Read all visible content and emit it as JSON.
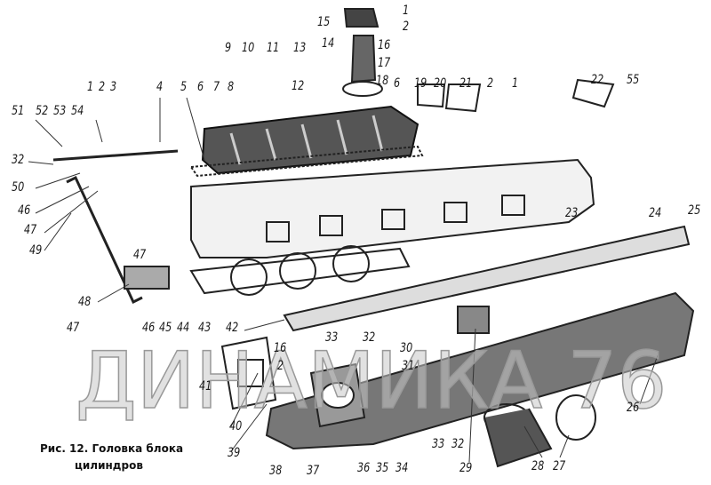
{
  "figure": {
    "caption_line1": "Рис. 12. Головка блока",
    "caption_line2": "цилиндров",
    "watermark": "ДИНАМИКА 76",
    "callouts": [
      "1",
      "2",
      "15",
      "14",
      "16",
      "17",
      "13",
      "12",
      "18",
      "9",
      "10",
      "11",
      "5",
      "6",
      "7",
      "8",
      "6",
      "19",
      "20",
      "21",
      "2",
      "1",
      "22",
      "55",
      "4",
      "1",
      "2",
      "3",
      "51",
      "52",
      "53",
      "54",
      "32",
      "50",
      "46",
      "47",
      "49",
      "23",
      "24",
      "25",
      "47",
      "48",
      "47",
      "46",
      "45",
      "44",
      "43",
      "42",
      "16",
      "2",
      "33",
      "32",
      "30",
      "31",
      "41",
      "40",
      "39",
      "38",
      "37",
      "36",
      "35",
      "34",
      "33",
      "32",
      "29",
      "28",
      "27",
      "26"
    ]
  }
}
